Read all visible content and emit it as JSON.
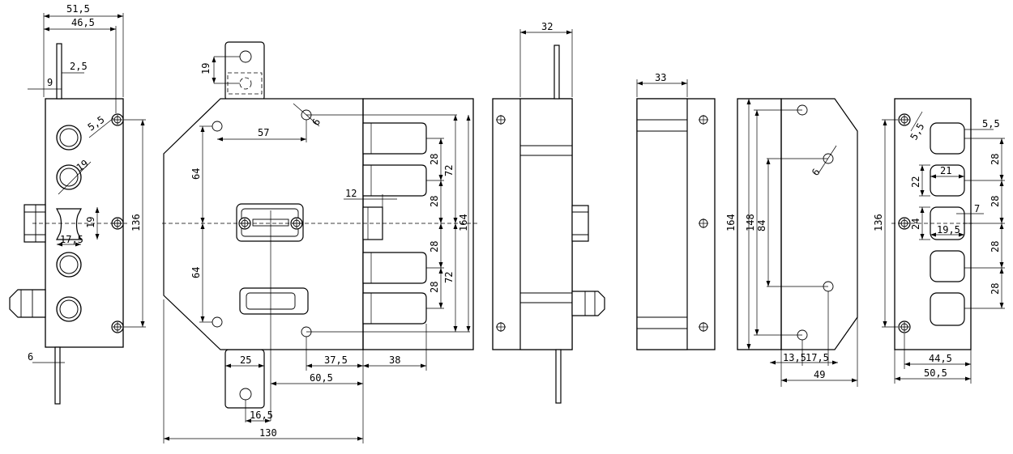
{
  "dimensions": {
    "a1": "51,5",
    "a2": "46,5",
    "a3": "2,5",
    "a4": "9",
    "a5": "5,5",
    "a6": "19",
    "a7": "19",
    "a8": "17,5",
    "a9": "136",
    "a10": "6",
    "b1": "19",
    "b2": "57",
    "b3": "6",
    "b4": "64",
    "b5": "64",
    "b6": "28",
    "b7": "72",
    "b8": "28",
    "b9": "12",
    "b10": "28",
    "b11": "72",
    "b12": "28",
    "b13": "164",
    "b14": "25",
    "b15": "37,5",
    "b16": "38",
    "b17": "60,5",
    "b18": "16,5",
    "b19": "130",
    "c1": "32",
    "d1": "33",
    "e1": "164",
    "e2": "148",
    "e3": "84",
    "e4": "6",
    "e5": "13,5",
    "e6": "17,5",
    "e7": "49",
    "f1": "5,5",
    "f2": "5,5",
    "f3": "28",
    "f4": "21",
    "f5": "22",
    "f6": "28",
    "f7": "136",
    "f8": "7",
    "f9": "24",
    "f10": "19,5",
    "f11": "28",
    "f12": "28",
    "f13": "44,5",
    "f14": "50,5"
  }
}
